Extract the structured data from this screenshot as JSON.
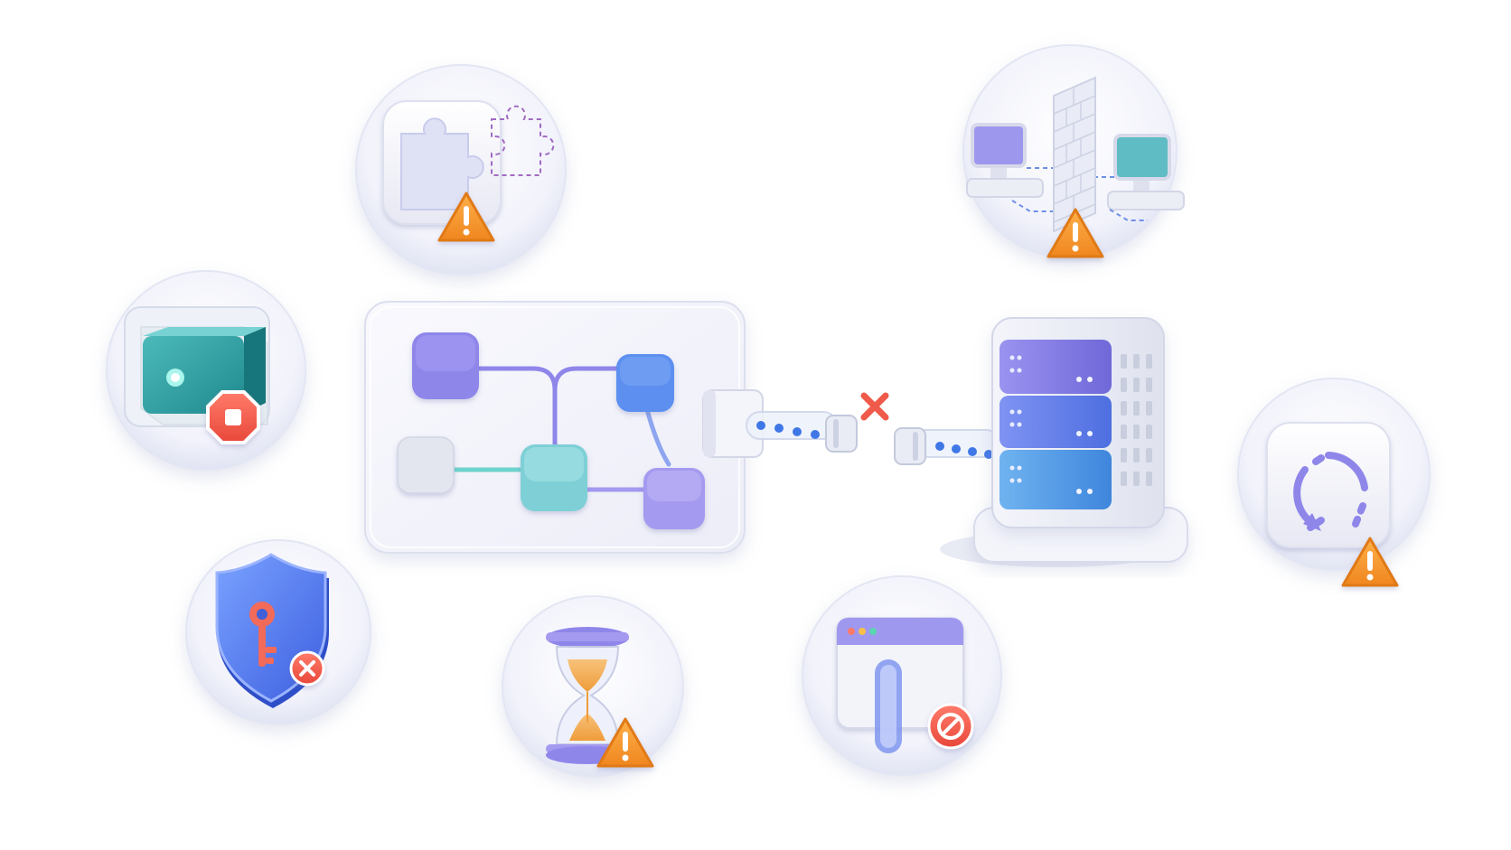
{
  "diagram": {
    "central_workflow": {
      "icon": "workflow-diagram-icon",
      "node_colors": [
        "#8f86ea",
        "#5b8ff0",
        "#d8dbe6",
        "#7ed0d6",
        "#a49af0"
      ]
    },
    "connection": {
      "status_icon": "broken-link-x-icon",
      "status_color": "#ef5a4a",
      "pulse_color": "#3f78e6"
    },
    "server": {
      "icon": "server-rack-icon",
      "unit_colors": [
        "#8a83ea",
        "#6f86ec",
        "#5ea0e8"
      ]
    },
    "issues": [
      {
        "id": "missing-plugin",
        "icon": "puzzle-piece-icon",
        "badge": "warning-triangle-icon"
      },
      {
        "id": "firewall-block",
        "icon": "firewall-icon",
        "badge": "warning-triangle-icon"
      },
      {
        "id": "container-stopped",
        "icon": "container-box-icon",
        "badge": "stop-octagon-icon"
      },
      {
        "id": "sync-loop",
        "icon": "refresh-cycle-icon",
        "badge": "warning-triangle-icon"
      },
      {
        "id": "auth-failure",
        "icon": "shield-key-icon",
        "badge": "x-circle-icon"
      },
      {
        "id": "timeout",
        "icon": "hourglass-icon",
        "badge": "warning-triangle-icon"
      },
      {
        "id": "blocked-window",
        "icon": "browser-window-icon",
        "badge": "prohibited-icon"
      }
    ],
    "colors": {
      "warning": "#f59a2c",
      "error": "#ef5a4a",
      "accent_purple": "#8f86ea",
      "accent_blue": "#4f7fe8",
      "accent_teal": "#4bb4b8"
    }
  }
}
